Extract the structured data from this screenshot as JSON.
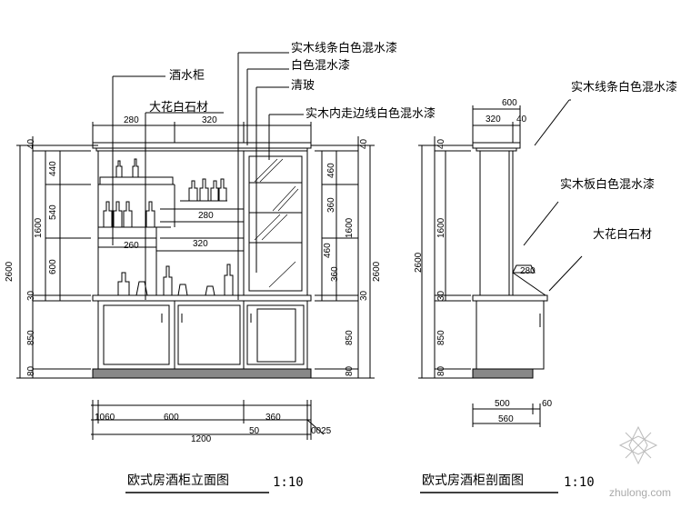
{
  "annotations": {
    "wine_cabinet": "酒水柜",
    "marble": "大花白石材",
    "solid_wood_lines_white": "实木线条白色混水漆",
    "white_paint": "白色混水漆",
    "glass": "清玻",
    "solid_wood_inner_edge": "实木内走边线白色混水漆",
    "sec_solid_wood_lines": "实木线条白色混水漆",
    "sec_solid_wood_board": "实木板白色混水漆",
    "sec_marble": "大花白石材"
  },
  "titles": {
    "elevation": "欧式房酒柜立面图",
    "elevation_scale": "1:10",
    "section": "欧式房酒柜剖面图",
    "section_scale": "1:10"
  },
  "elevation_dims": {
    "top_280": "280",
    "top_320": "320",
    "shelf_280": "280",
    "shelf_320": "320",
    "shelf_260": "260",
    "bottom_1060": "1060",
    "bottom_600": "600",
    "bottom_360": "360",
    "bottom_50": "50",
    "bottom_0025": "0025",
    "bottom_total": "1200"
  },
  "elevation_vdims": {
    "l_total": "2600",
    "l_40": "40",
    "l_440": "440",
    "l_540": "540",
    "l_1600": "1600",
    "l_600": "600",
    "l_30": "30",
    "l_850": "850",
    "l_80": "80",
    "r_40": "40",
    "r_460": "460",
    "r_360": "360",
    "r_1600": "1600",
    "r_460b": "460",
    "r_360b": "360",
    "r_2600": "2600",
    "r_30": "30",
    "r_850": "850",
    "r_80": "80"
  },
  "section_dims": {
    "top_600": "600",
    "top_320": "320",
    "top_40": "40",
    "mid_280": "280",
    "bot_500": "500",
    "bot_60": "60",
    "bot_560": "560"
  },
  "section_vdims": {
    "total": "2600",
    "v40": "40",
    "v1600": "1600",
    "v30": "30",
    "v850": "850",
    "v80": "80"
  },
  "watermark": "zhulong.com"
}
